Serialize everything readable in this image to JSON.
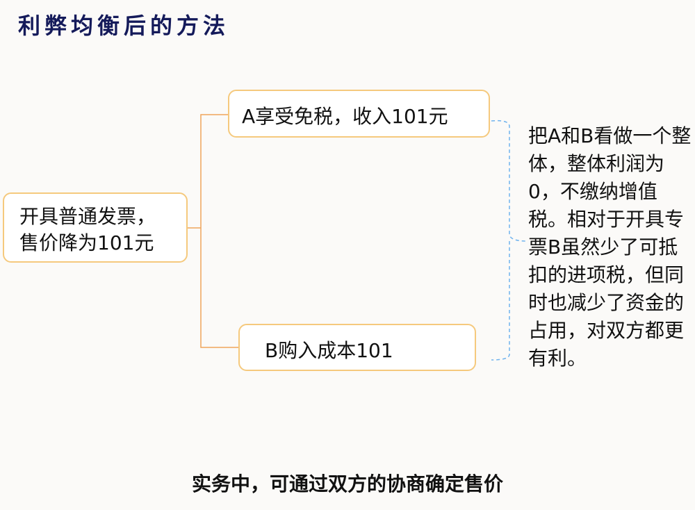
{
  "title": "利弊均衡后的方法",
  "root": {
    "line1": "开具普通发票，",
    "line2": "售价降为101元"
  },
  "branch_a": "A享受免税，收入101元",
  "branch_b": "B购入成本101",
  "summary": "把A和B看做一个整体，整体利润为0，不缴纳增值税。相对于开具专票B虽然少了可抵扣的进项税，但同时也减少了资金的占用，对双方都更有利。",
  "footer": "实务中，可通过双方的协商确定售价",
  "colors": {
    "title": "#141a5a",
    "node_border": "#f5c97d",
    "connector": "#f0a45a",
    "bracket": "#6fb3ee"
  }
}
